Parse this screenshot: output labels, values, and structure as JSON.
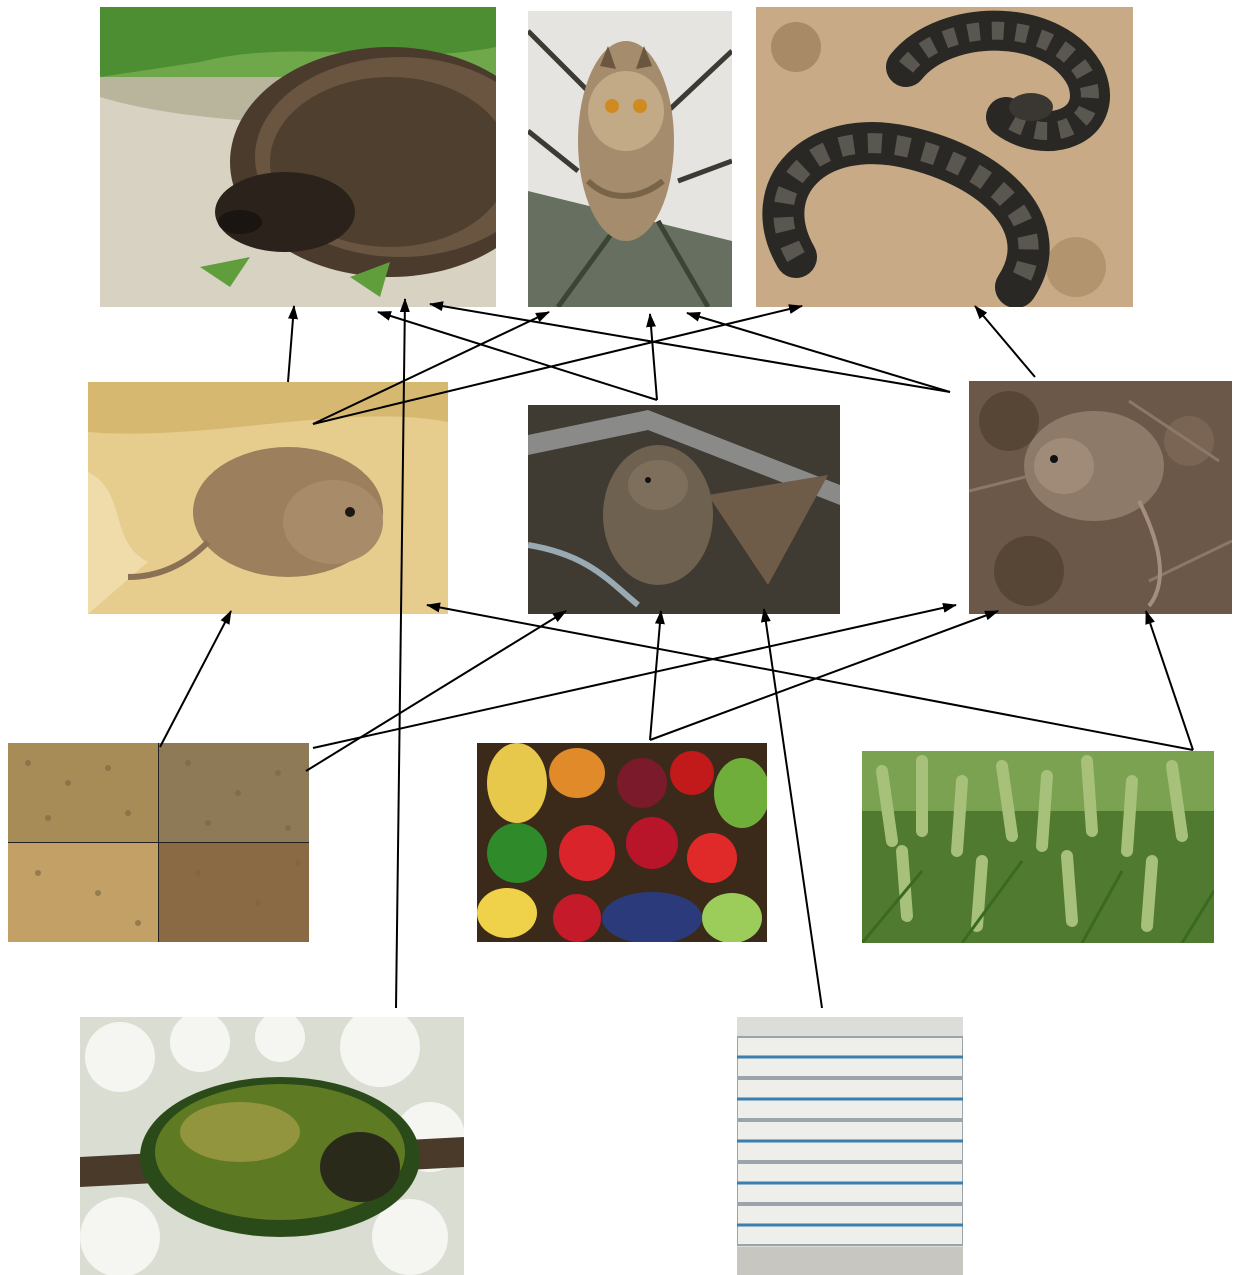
{
  "nodes": [
    {
      "id": "hedgehog",
      "icon": "hedgehog-photo"
    },
    {
      "id": "owl",
      "icon": "long-eared-owl-photo"
    },
    {
      "id": "viper",
      "icon": "viper-snake-photo"
    },
    {
      "id": "vole",
      "icon": "vole-photo"
    },
    {
      "id": "rat",
      "icon": "rat-photo"
    },
    {
      "id": "field-mouse",
      "icon": "field-mouse-photo"
    },
    {
      "id": "grains",
      "icon": "grain-samples-photo"
    },
    {
      "id": "vegetables",
      "icon": "vegetables-fruits-photo"
    },
    {
      "id": "wheat",
      "icon": "wheat-field-photo"
    },
    {
      "id": "beetle",
      "icon": "rose-chafer-beetle-photo"
    },
    {
      "id": "warehouse",
      "icon": "grain-sacks-warehouse-photo"
    }
  ],
  "edges": [
    {
      "from": "vole",
      "to": "hedgehog"
    },
    {
      "from": "vole",
      "to": "owl"
    },
    {
      "from": "vole",
      "to": "viper"
    },
    {
      "from": "rat",
      "to": "hedgehog"
    },
    {
      "from": "rat",
      "to": "owl"
    },
    {
      "from": "field-mouse",
      "to": "hedgehog"
    },
    {
      "from": "field-mouse",
      "to": "owl"
    },
    {
      "from": "field-mouse",
      "to": "viper"
    },
    {
      "from": "beetle",
      "to": "hedgehog"
    },
    {
      "from": "grains",
      "to": "vole"
    },
    {
      "from": "grains",
      "to": "rat"
    },
    {
      "from": "grains",
      "to": "field-mouse"
    },
    {
      "from": "vegetables",
      "to": "rat"
    },
    {
      "from": "vegetables",
      "to": "field-mouse"
    },
    {
      "from": "wheat",
      "to": "vole"
    },
    {
      "from": "wheat",
      "to": "field-mouse"
    },
    {
      "from": "warehouse",
      "to": "rat"
    }
  ],
  "colors": {
    "arrow": "#000000"
  }
}
